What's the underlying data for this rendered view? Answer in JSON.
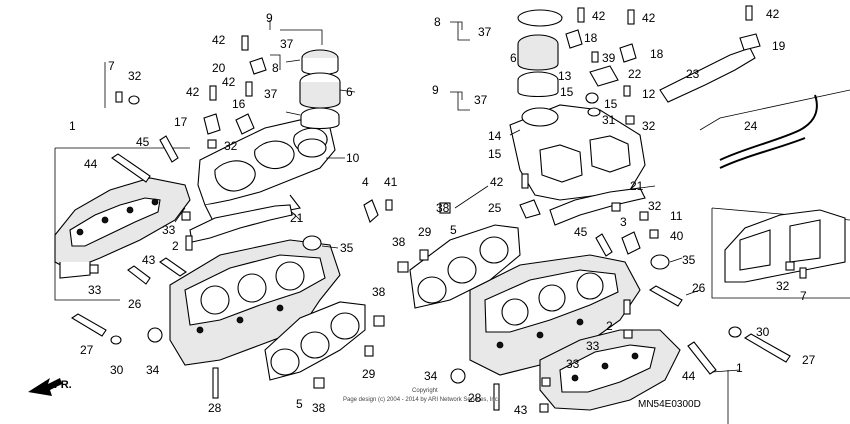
{
  "diagram": {
    "code": "MN54E0300D",
    "direction_label": "FR.",
    "copyright_line1": "Copyright",
    "copyright_line2": "Page design (c) 2004 - 2014 by ARI Network Services, Inc.",
    "callouts": [
      {
        "label": "9"
      },
      {
        "label": "42"
      },
      {
        "label": "37"
      },
      {
        "label": "8"
      },
      {
        "label": "6"
      },
      {
        "label": "7"
      },
      {
        "label": "32"
      },
      {
        "label": "20"
      },
      {
        "label": "42"
      },
      {
        "label": "42"
      },
      {
        "label": "37"
      },
      {
        "label": "16"
      },
      {
        "label": "17"
      },
      {
        "label": "32"
      },
      {
        "label": "45"
      },
      {
        "label": "1"
      },
      {
        "label": "44"
      },
      {
        "label": "10"
      },
      {
        "label": "33"
      },
      {
        "label": "2"
      },
      {
        "label": "21"
      },
      {
        "label": "4"
      },
      {
        "label": "41"
      },
      {
        "label": "35"
      },
      {
        "label": "43"
      },
      {
        "label": "33"
      },
      {
        "label": "26"
      },
      {
        "label": "38"
      },
      {
        "label": "27"
      },
      {
        "label": "30"
      },
      {
        "label": "34"
      },
      {
        "label": "28"
      },
      {
        "label": "5"
      },
      {
        "label": "38"
      },
      {
        "label": "29"
      },
      {
        "label": "8"
      },
      {
        "label": "37"
      },
      {
        "label": "42"
      },
      {
        "label": "42"
      },
      {
        "label": "42"
      },
      {
        "label": "18"
      },
      {
        "label": "19"
      },
      {
        "label": "6"
      },
      {
        "label": "39"
      },
      {
        "label": "18"
      },
      {
        "label": "13"
      },
      {
        "label": "22"
      },
      {
        "label": "23"
      },
      {
        "label": "9"
      },
      {
        "label": "37"
      },
      {
        "label": "15"
      },
      {
        "label": "12"
      },
      {
        "label": "15"
      },
      {
        "label": "31"
      },
      {
        "label": "32"
      },
      {
        "label": "14"
      },
      {
        "label": "15"
      },
      {
        "label": "24"
      },
      {
        "label": "42"
      },
      {
        "label": "21"
      },
      {
        "label": "38"
      },
      {
        "label": "25"
      },
      {
        "label": "32"
      },
      {
        "label": "11"
      },
      {
        "label": "29"
      },
      {
        "label": "5"
      },
      {
        "label": "38"
      },
      {
        "label": "3"
      },
      {
        "label": "45"
      },
      {
        "label": "40"
      },
      {
        "label": "35"
      },
      {
        "label": "32"
      },
      {
        "label": "7"
      },
      {
        "label": "26"
      },
      {
        "label": "2"
      },
      {
        "label": "33"
      },
      {
        "label": "30"
      },
      {
        "label": "27"
      },
      {
        "label": "34"
      },
      {
        "label": "33"
      },
      {
        "label": "44"
      },
      {
        "label": "1"
      },
      {
        "label": "28"
      },
      {
        "label": "43"
      }
    ]
  }
}
